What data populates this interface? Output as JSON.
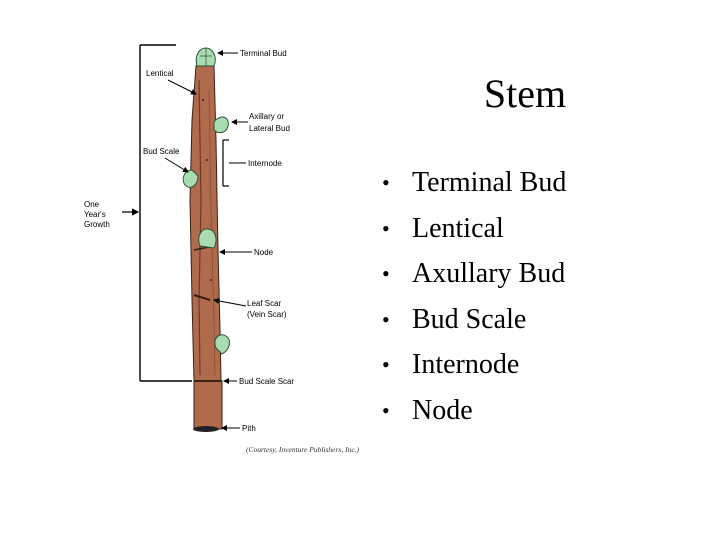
{
  "slide": {
    "title": "Stem",
    "bullets": [
      "Terminal Bud",
      "Lentical",
      "Axullary Bud",
      "Bud Scale",
      "Internode",
      "Node"
    ]
  },
  "diagram": {
    "labels": {
      "terminal_bud": "Terminal Bud",
      "lentical": "Lentical",
      "axillary_1": "Axillary or",
      "axillary_2": "Lateral Bud",
      "bud_scale": "Bud Scale",
      "internode": "Internode",
      "growth_1": "One",
      "growth_2": "Year's",
      "growth_3": "Growth",
      "node": "Node",
      "leaf_scar_1": "Leaf Scar",
      "leaf_scar_2": "(Vein Scar)",
      "bud_scale_scar": "Bud Scale Scar",
      "pith": "Pith"
    },
    "credit": "(Courtesy, Inventure Publishers, Inc.)",
    "colors": {
      "stem": "#b06a4c",
      "stem_shade": "#7a4330",
      "bud": "#a9dcb0",
      "bud_outline": "#2f4f3a"
    }
  }
}
